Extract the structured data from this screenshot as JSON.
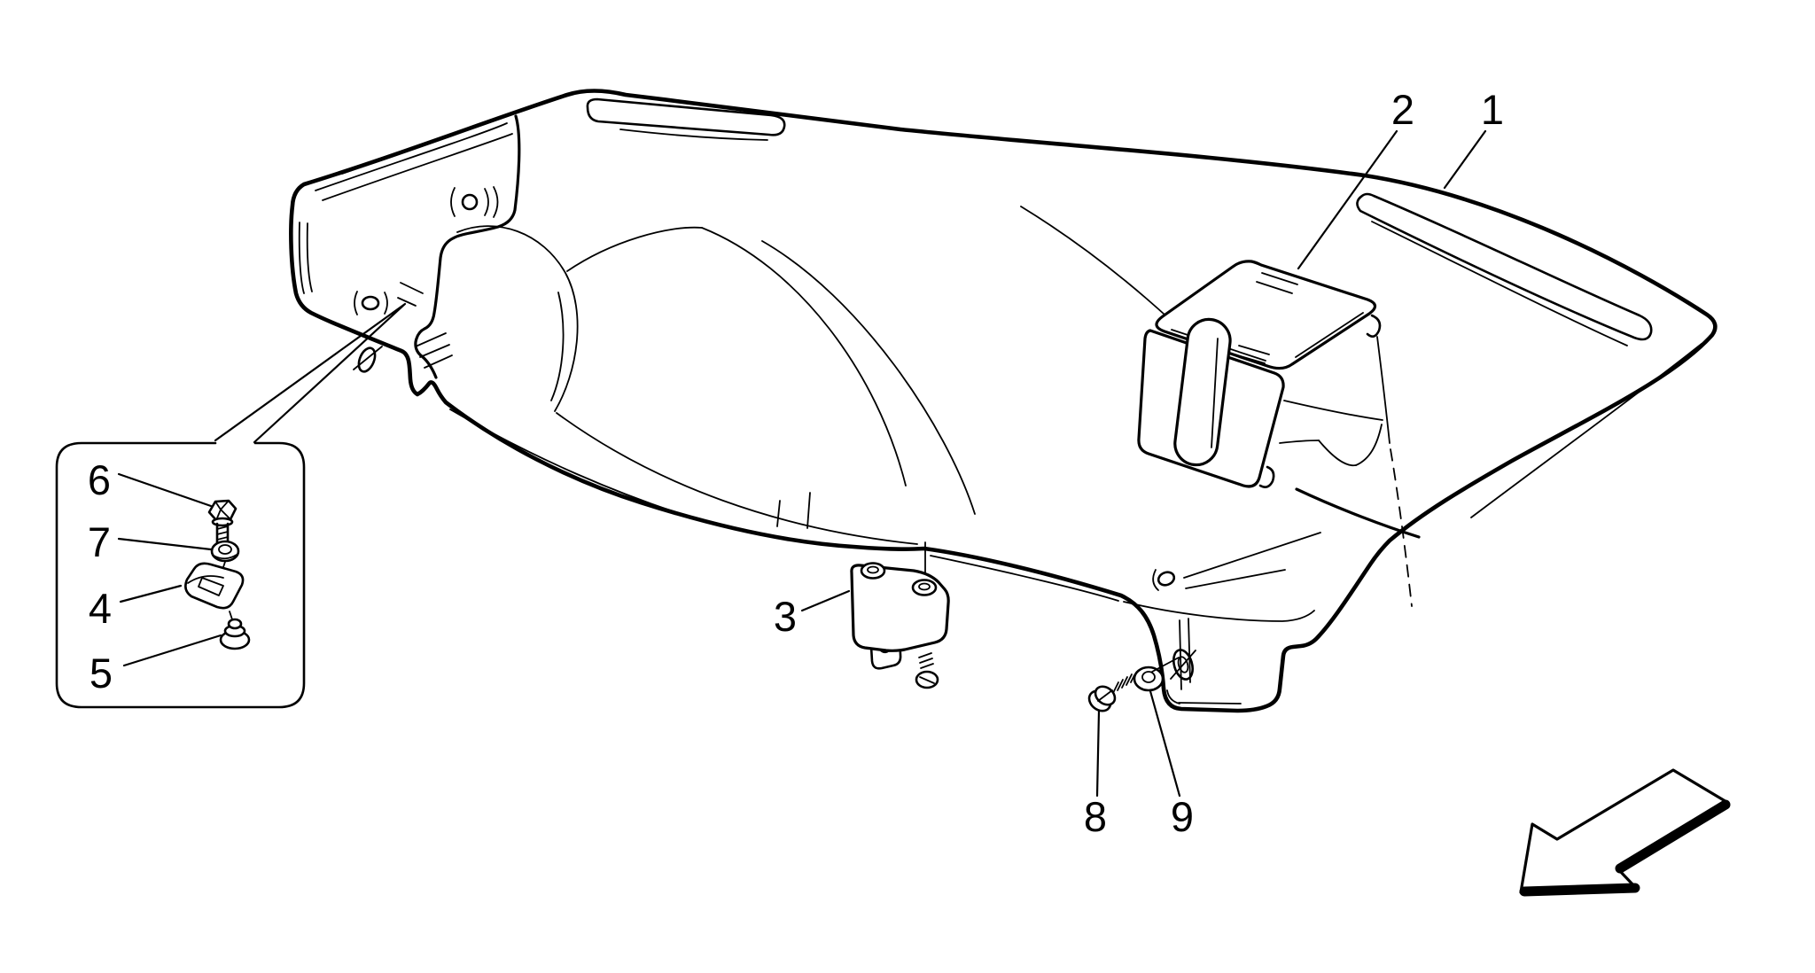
{
  "diagram": {
    "kind": "exploded-parts-line-drawing",
    "background_color": "#ffffff",
    "line_color": "#000000",
    "callouts": {
      "c1": "1",
      "c2": "2",
      "c3": "3",
      "c4": "4",
      "c5": "5",
      "c6": "6",
      "c7": "7",
      "c8": "8",
      "c9": "9"
    },
    "icons": {
      "direction_arrow": "arrow-down-left"
    }
  }
}
